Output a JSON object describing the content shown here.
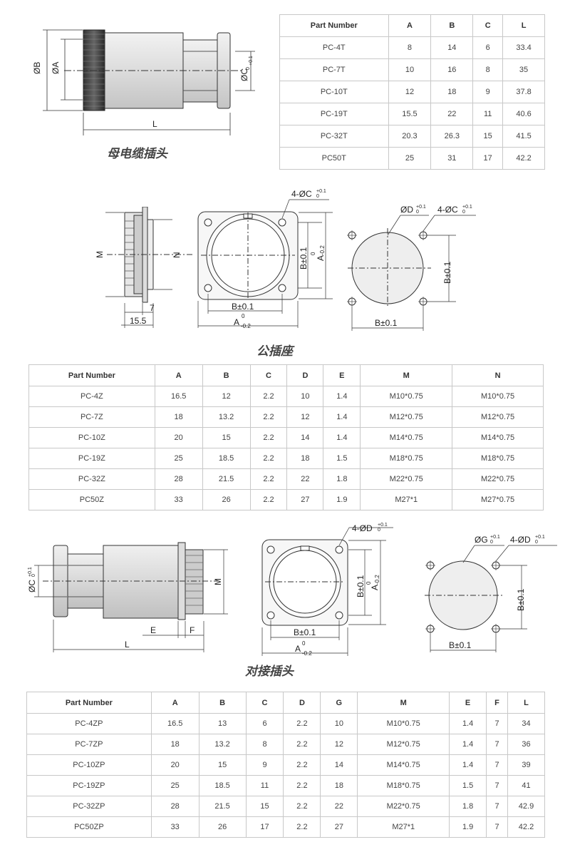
{
  "sections": {
    "female_cable_plug": {
      "caption": "母电缆插头",
      "dims": {
        "dia_b": "ØB",
        "dia_a": "ØA",
        "dia_c": "ØC",
        "c_tol": "+0.1",
        "c_sub": "0",
        "len": "L"
      },
      "table": {
        "headers": [
          "Part Number",
          "A",
          "B",
          "C",
          "L"
        ],
        "rows": [
          [
            "PC-4T",
            "8",
            "14",
            "6",
            "33.4"
          ],
          [
            "PC-7T",
            "10",
            "16",
            "8",
            "35"
          ],
          [
            "PC-10T",
            "12",
            "18",
            "9",
            "37.8"
          ],
          [
            "PC-19T",
            "15.5",
            "22",
            "11",
            "40.6"
          ],
          [
            "PC-32T",
            "20.3",
            "26.3",
            "15",
            "41.5"
          ],
          [
            "PC50T",
            "25",
            "31",
            "17",
            "42.2"
          ]
        ]
      }
    },
    "male_socket": {
      "caption": "公插座",
      "dims": {
        "m": "M",
        "n": "N",
        "seven": "7",
        "fifteen": "15.5",
        "holes_c": "4-ØC",
        "c_tol": "+0.1",
        "c_sub": "0",
        "b_pm": "B±0.1",
        "a_main": "A",
        "a_sup": "0",
        "a_sub": "-0.2",
        "d_dia": "ØD",
        "d_tol": "+0.1",
        "d_sub": "0"
      },
      "table": {
        "headers": [
          "Part Number",
          "A",
          "B",
          "C",
          "D",
          "E",
          "M",
          "N"
        ],
        "rows": [
          [
            "PC-4Z",
            "16.5",
            "12",
            "2.2",
            "10",
            "1.4",
            "M10*0.75",
            "M10*0.75"
          ],
          [
            "PC-7Z",
            "18",
            "13.2",
            "2.2",
            "12",
            "1.4",
            "M12*0.75",
            "M12*0.75"
          ],
          [
            "PC-10Z",
            "20",
            "15",
            "2.2",
            "14",
            "1.4",
            "M14*0.75",
            "M14*0.75"
          ],
          [
            "PC-19Z",
            "25",
            "18.5",
            "2.2",
            "18",
            "1.5",
            "M18*0.75",
            "M18*0.75"
          ],
          [
            "PC-32Z",
            "28",
            "21.5",
            "2.2",
            "22",
            "1.8",
            "M22*0.75",
            "M22*0.75"
          ],
          [
            "PC50Z",
            "33",
            "26",
            "2.2",
            "27",
            "1.9",
            "M27*1",
            "M27*0.75"
          ]
        ]
      }
    },
    "mating_plug": {
      "caption": "对接插头",
      "dims": {
        "c_dia": "ØC",
        "c_tol": "+0.1",
        "c_sub": "0",
        "m": "M",
        "e": "E",
        "f": "F",
        "len": "L",
        "holes_d": "4-ØD",
        "d_tol": "+0.1",
        "d_sub": "0",
        "b_pm": "B±0.1",
        "a_main": "A",
        "a_sup": "0",
        "a_sub": "-0.2",
        "g_dia": "ØG",
        "g_tol": "+0.1",
        "g_sub": "0"
      },
      "table": {
        "headers": [
          "Part Number",
          "A",
          "B",
          "C",
          "D",
          "G",
          "M",
          "E",
          "F",
          "L"
        ],
        "rows": [
          [
            "PC-4ZP",
            "16.5",
            "13",
            "6",
            "2.2",
            "10",
            "M10*0.75",
            "1.4",
            "7",
            "34"
          ],
          [
            "PC-7ZP",
            "18",
            "13.2",
            "8",
            "2.2",
            "12",
            "M12*0.75",
            "1.4",
            "7",
            "36"
          ],
          [
            "PC-10ZP",
            "20",
            "15",
            "9",
            "2.2",
            "14",
            "M14*0.75",
            "1.4",
            "7",
            "39"
          ],
          [
            "PC-19ZP",
            "25",
            "18.5",
            "11",
            "2.2",
            "18",
            "M18*0.75",
            "1.5",
            "7",
            "41"
          ],
          [
            "PC-32ZP",
            "28",
            "21.5",
            "15",
            "2.2",
            "22",
            "M22*0.75",
            "1.8",
            "7",
            "42.9"
          ],
          [
            "PC50ZP",
            "33",
            "26",
            "17",
            "2.2",
            "27",
            "M27*1",
            "1.9",
            "7",
            "42.2"
          ]
        ]
      }
    }
  }
}
